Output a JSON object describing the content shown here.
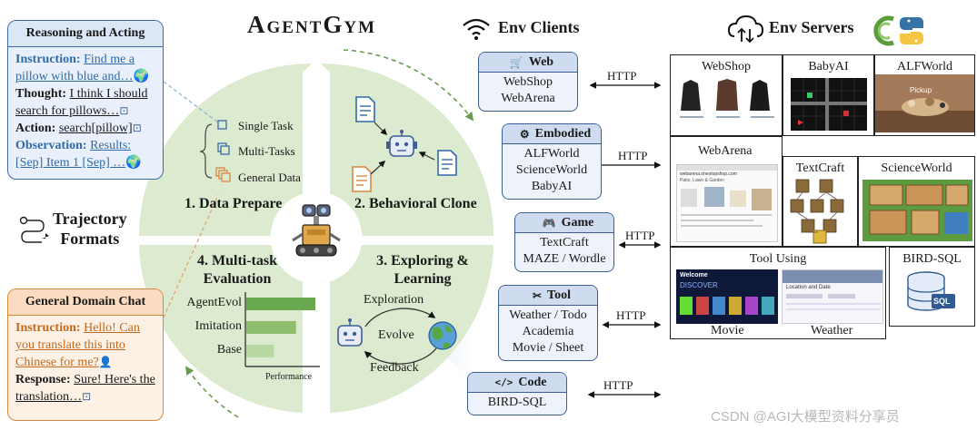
{
  "title": "AgentGym",
  "traj_panel": {
    "header": "Reasoning and Acting",
    "instruction_key": "Instruction",
    "instruction_val": "Find me a pillow with blue and…",
    "thought_key": "Thought",
    "thought_val": "I think I should search for pillows…",
    "action_key": "Action",
    "action_val": "search[pillow]",
    "observation_key": "Observation",
    "observation_val": "Results: [Sep] Item 1 [Sep] …"
  },
  "trajectory_formats": [
    "Trajectory",
    "Formats"
  ],
  "chat_panel": {
    "header": "General Domain Chat",
    "instruction_key": "Instruction",
    "instruction_val": "Hello! Can you translate this into Chinese for me?",
    "response_key": "Response",
    "response_val": "Sure! Here's the translation…"
  },
  "circle": {
    "q1": "1. Data Prepare",
    "q2": "2. Behavioral Clone",
    "q3_line1": "3. Exploring &",
    "q3_line2": "Learning",
    "q4_line1": "4. Multi-task",
    "q4_line2": "Evaluation",
    "data_items": [
      "Single Task",
      "Multi-Tasks",
      "General Data"
    ],
    "exploration": "Exploration",
    "evolve": "Evolve",
    "feedback": "Feedback",
    "eval_axis": "Performance"
  },
  "chart_data": {
    "type": "bar",
    "orientation": "horizontal",
    "categories": [
      "AgentEvol",
      "Imitation",
      "Base"
    ],
    "values": [
      100,
      72,
      40
    ],
    "xlabel": "Performance",
    "xlim": [
      0,
      100
    ],
    "grid": false,
    "colors": [
      "#6aa84f",
      "#8fbf6e",
      "#b9d9a3"
    ]
  },
  "clients": {
    "heading": "Env Clients",
    "items": [
      {
        "name": "Web",
        "icon": "browser-cart-icon",
        "envs": [
          "WebShop",
          "WebArena"
        ]
      },
      {
        "name": "Embodied",
        "icon": "robot-arm-icon",
        "envs": [
          "ALFWorld",
          "ScienceWorld",
          "BabyAI"
        ]
      },
      {
        "name": "Game",
        "icon": "gamepad-icon",
        "envs": [
          "TextCraft",
          "MAZE / Wordle"
        ]
      },
      {
        "name": "Tool",
        "icon": "tools-icon",
        "envs": [
          "Weather / Todo",
          "Academia",
          "Movie / Sheet"
        ]
      },
      {
        "name": "Code",
        "icon": "code-icon",
        "envs": [
          "BIRD-SQL"
        ]
      }
    ],
    "http": "HTTP"
  },
  "servers": {
    "heading": "Env Servers",
    "webshop": "WebShop",
    "babyai": "BabyAI",
    "alfworld": "ALFWorld",
    "webarena": "WebArena",
    "textcraft": "TextCraft",
    "scienceworld": "ScienceWorld",
    "tool_using": "Tool Using",
    "movie": "Movie",
    "weather": "Weather",
    "birdsql": "BIRD-SQL",
    "sql_label": "SQL",
    "alf_caption": "Pickup",
    "webarena_url": "webarena.onestopshop.com",
    "webarena_sub": "Patio, Lawn & Garden",
    "movie_header": "Welcome",
    "movie_sub": "DISCOVER",
    "weather_header": "Location and Date"
  },
  "watermark": "CSDN @AGI大模型资料分享员",
  "colors": {
    "circle_green": "#dcebcf",
    "circle_stroke": "#9bbf80",
    "client_blue": "#3b5f95",
    "orange": "#d9883f"
  }
}
